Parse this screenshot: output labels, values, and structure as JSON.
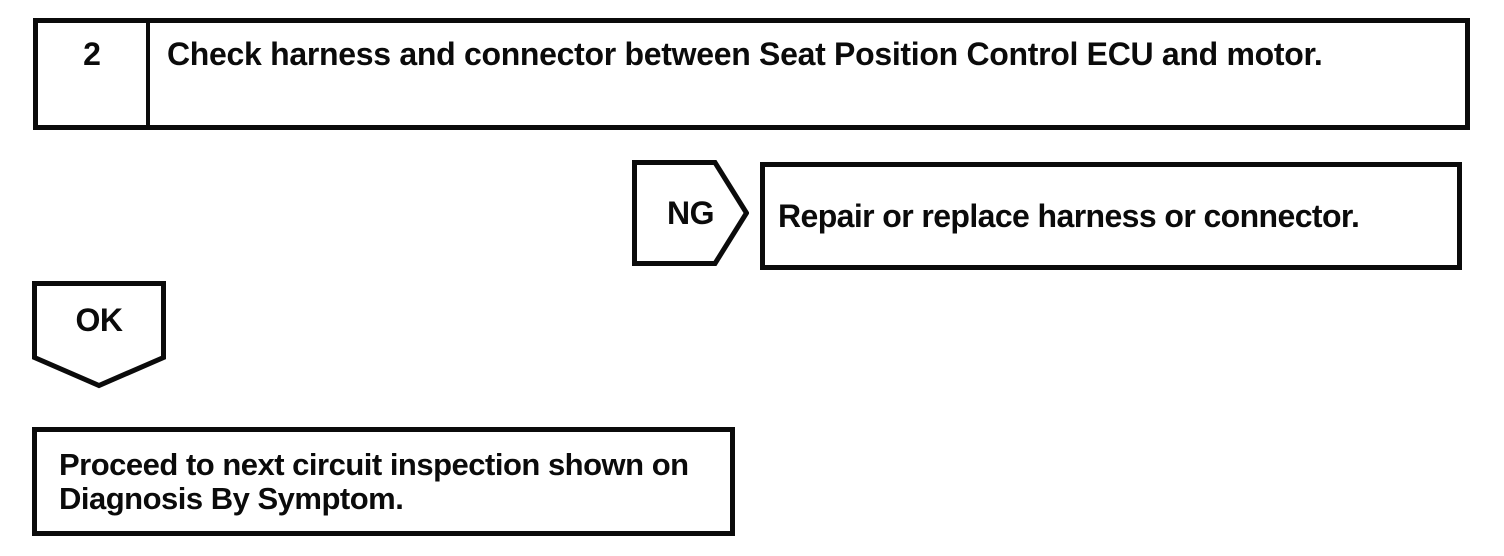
{
  "page": {
    "background_color": "#ffffff",
    "ink_color": "#0b0b0b",
    "kind": "diagnostic-flowchart"
  },
  "flowchart": {
    "step": {
      "number": "2",
      "instruction": "Check harness and connector between Seat Position Control ECU and motor."
    },
    "ng_branch": {
      "label": "NG",
      "action": "Repair or replace harness or connector."
    },
    "ok_branch": {
      "label": "OK",
      "result_lines": [
        "Proceed to next circuit inspection shown on",
        "Diagnosis By Symptom."
      ]
    }
  }
}
